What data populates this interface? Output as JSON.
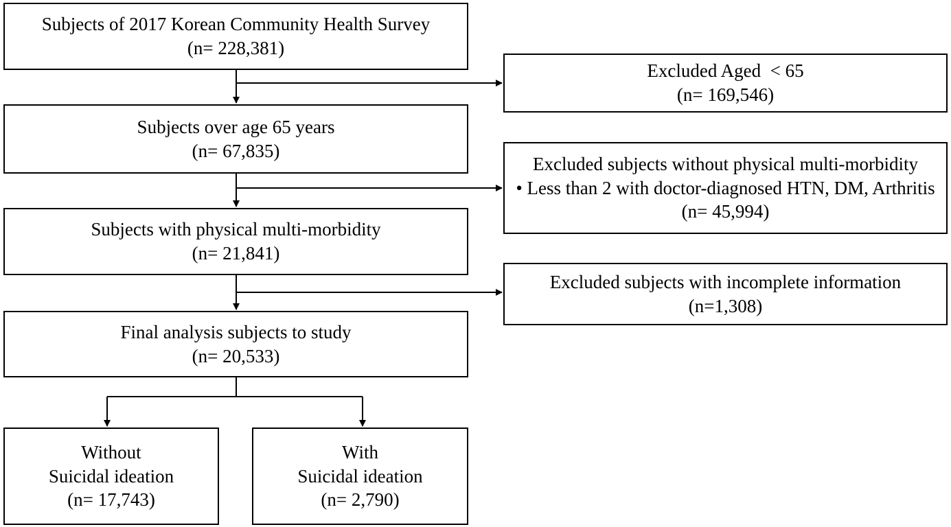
{
  "flowchart": {
    "survey": {
      "title": "Subjects of 2017 Korean Community Health Survey",
      "count": "(n= 228,381)"
    },
    "over65": {
      "title": "Subjects over age 65 years",
      "count": "(n= 67,835)"
    },
    "multimorbidity": {
      "title": "Subjects with physical multi-morbidity",
      "count": "(n= 21,841)"
    },
    "final": {
      "title": "Final analysis subjects to study",
      "count": "(n= 20,533)"
    },
    "without": {
      "line1": "Without",
      "line2": "Suicidal ideation",
      "count": "(n= 17,743)"
    },
    "with": {
      "line1": "With",
      "line2": "Suicidal ideation",
      "count": "(n= 2,790)"
    },
    "excluded_age": {
      "title": "Excluded Aged  < 65",
      "count": "(n= 169,546)"
    },
    "excluded_morbidity": {
      "title": "Excluded subjects without physical multi-morbidity",
      "bullet": "• Less than 2 with doctor-diagnosed HTN, DM, Arthritis",
      "count": "(n= 45,994)"
    },
    "excluded_incomplete": {
      "title": "Excluded subjects with incomplete information",
      "count": "(n=1,308)"
    }
  }
}
